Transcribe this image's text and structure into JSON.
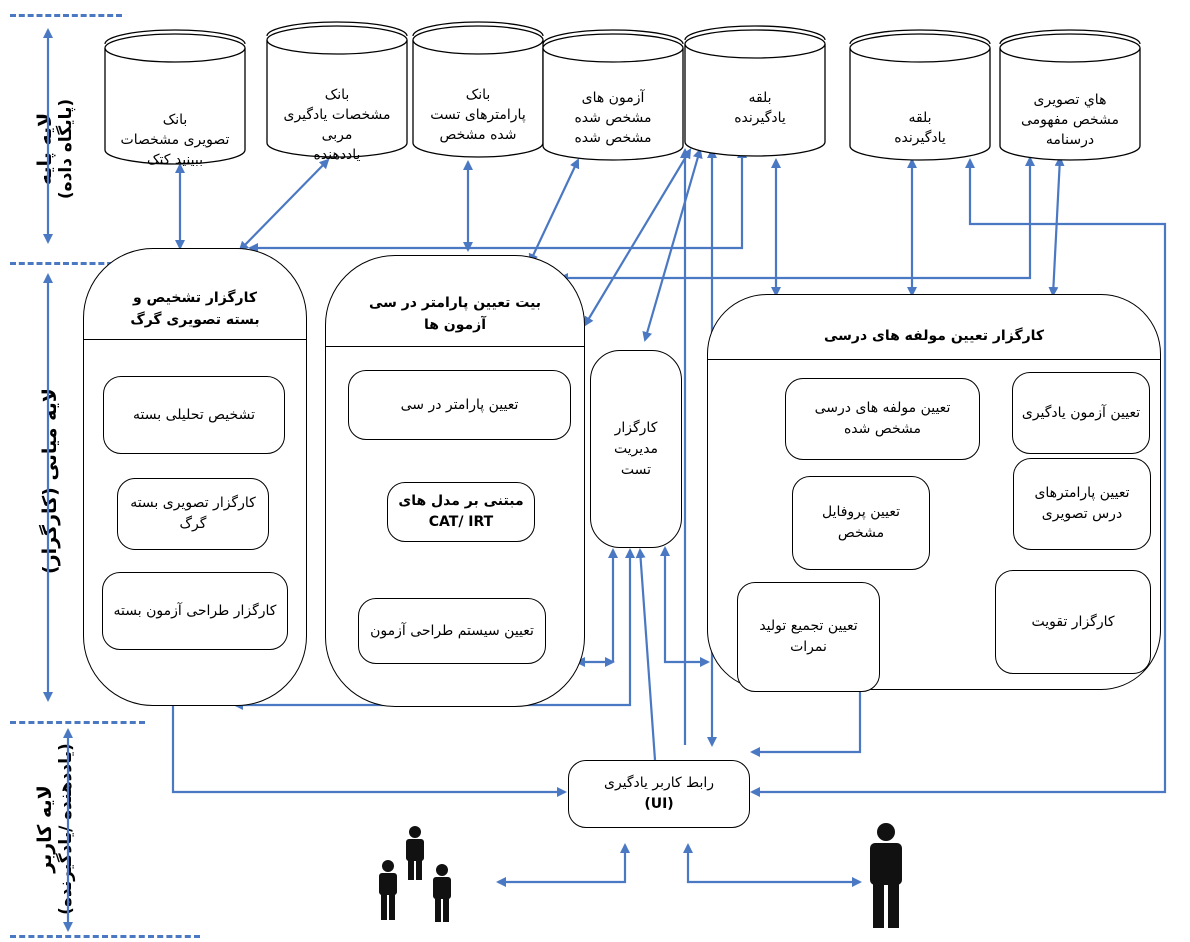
{
  "layers": {
    "base": {
      "title": "لایه پایه",
      "subtitle": "(پایگاه داده)"
    },
    "middle": {
      "title": "لایه میانی (کارگزار)"
    },
    "user": {
      "title": "لایه کاربر",
      "subtitle": "(یاددهنده /یادگیرنده)"
    }
  },
  "databases": [
    {
      "id": "db1",
      "lines": [
        "بانک",
        "تصویری مشخصات",
        "ببینید کتک"
      ]
    },
    {
      "id": "db2",
      "lines": [
        "بانک",
        "مشخصات یادگیری مربی",
        "یاددهنده"
      ]
    },
    {
      "id": "db3",
      "lines": [
        "بانک",
        "پارامترهای تست",
        "شده مشخص"
      ]
    },
    {
      "id": "db4",
      "lines": [
        "آزمون های",
        "مشخص شده",
        "مشخص شده"
      ]
    },
    {
      "id": "db5",
      "lines": [
        "بلقه",
        "یادگیرنده"
      ]
    },
    {
      "id": "db6",
      "lines": [
        "بلقه",
        "یادگیرنده"
      ]
    },
    {
      "id": "db7",
      "lines": [
        "هاي تصویری",
        "مشخص مفهومی",
        "درسنامه"
      ]
    }
  ],
  "panels": {
    "left": {
      "title": "کارگزار تشخیص و",
      "title2": "بسته تصویری گرگ"
    },
    "center": {
      "title": "بیت تعیین پارامتر در سی",
      "title2": "آزمون ها"
    },
    "right": {
      "title": "کارگزار تعیین مولفه های درسی"
    }
  },
  "boxes": {
    "left1": "تشخیص تحلیلی بسته",
    "left2": "کارگزار تصویری بسته گرگ",
    "left3": "کارگزار طراحی آزمون بسته",
    "center1": "تعیین پارامتر در سی",
    "center2": "مبتنی بر مدل های CAT/ IRT",
    "center3": "تعیین سیستم طراحی آزمون",
    "middle": "کارگزار مدیریت تست",
    "right1": "تعیین مولفه های درسی مشخص شده",
    "right2": "تعیین آزمون یادگیری",
    "right3": "تعیین پروفایل مشخص",
    "right4": "تعیین پارامترهای درس تصویری",
    "right5": "تعیین تجمیع تولید نمرات",
    "right6": "کارگزار تقویت",
    "ui": "رابط کاربر یادگیری",
    "ui2": "(UI)"
  },
  "colors": {
    "arrow": "#4a78c2",
    "stroke": "#000000",
    "person": "#111111"
  }
}
